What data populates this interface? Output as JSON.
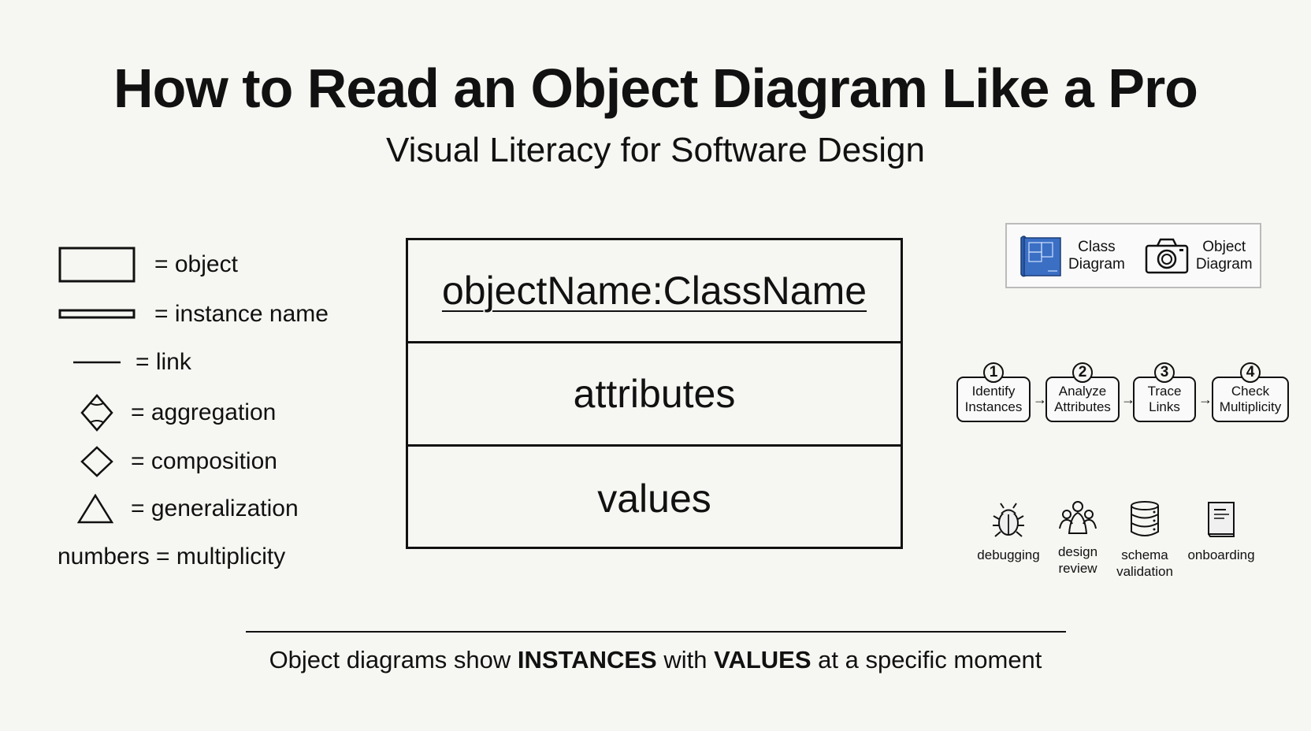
{
  "header": {
    "title": "How to Read an Object Diagram Like a Pro",
    "subtitle": "Visual Literacy for Software Design"
  },
  "legend": {
    "items": [
      {
        "symbol": "rectangle-icon",
        "label": "= object"
      },
      {
        "symbol": "thin-rectangle-icon",
        "label": "= instance name"
      },
      {
        "symbol": "line-icon",
        "label": "= link"
      },
      {
        "symbol": "hollow-diamond-icon",
        "label": "= aggregation"
      },
      {
        "symbol": "diamond-icon",
        "label": "= composition"
      },
      {
        "symbol": "triangle-icon",
        "label": "= generalization"
      }
    ],
    "multiplicity": "numbers = multiplicity"
  },
  "object_box": {
    "name": "objectName:ClassName",
    "attributes": "attributes",
    "values": "values"
  },
  "comparison": {
    "items": [
      {
        "icon": "blueprint-icon",
        "line1": "Class",
        "line2": "Diagram",
        "accent": "#3a6fc4"
      },
      {
        "icon": "camera-icon",
        "line1": "Object",
        "line2": "Diagram"
      }
    ]
  },
  "steps": [
    {
      "num": "1",
      "line1": "Identify",
      "line2": "Instances"
    },
    {
      "num": "2",
      "line1": "Analyze",
      "line2": "Attributes"
    },
    {
      "num": "3",
      "line1": "Trace",
      "line2": "Links"
    },
    {
      "num": "4",
      "line1": "Check",
      "line2": "Multiplicity"
    }
  ],
  "arrow_glyph": "→",
  "uses": [
    {
      "icon": "bug-icon",
      "line1": "debugging",
      "line2": ""
    },
    {
      "icon": "team-icon",
      "line1": "design",
      "line2": "review"
    },
    {
      "icon": "database-icon",
      "line1": "schema",
      "line2": "validation"
    },
    {
      "icon": "book-icon",
      "line1": "onboarding",
      "line2": ""
    }
  ],
  "footer": {
    "part1": "Object diagrams show ",
    "bold1": "INSTANCES",
    "part2": " with ",
    "bold2": "VALUES",
    "part3": " at a specific moment"
  }
}
